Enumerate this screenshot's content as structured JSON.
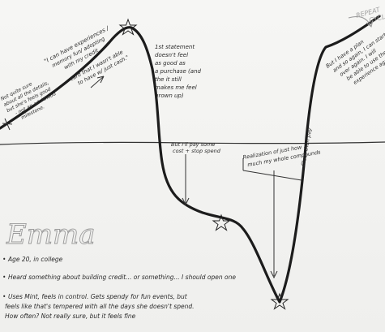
{
  "annotations": {
    "left_note": [
      "Not quite sure",
      "about all the details,",
      "but she's feels good",
      "- not an adulthood",
      "milestone."
    ],
    "credit_note": [
      "\"I can have experiences /",
      "memory fun/ adopting",
      "with my credit",
      "card that I wasn't able",
      "to have w/ just cash.\""
    ],
    "statement_note": [
      "1st statement",
      "doesn't feel",
      "as good as",
      "a purchase (and",
      "the it still",
      "makes me feel",
      "grown up)"
    ],
    "pay_note": [
      "But I'll pay some",
      "cost + stop spend"
    ],
    "realization_note": [
      "Realization of just how",
      "much my whole compounds"
    ],
    "cap_note": "Clear then pay",
    "resume_note": [
      "But I have a plan",
      "and so again, I can start",
      "over again. I will",
      "be able to use the",
      "experience again"
    ],
    "repeat_label": [
      "REPEAT",
      "CYCLE"
    ],
    "persona_name": "Emma",
    "bullets": [
      "Age 20, in college",
      "Heard something about building credit... or something... I should open one",
      "Uses Mint, feels in control. Gets spendy for fun events, but",
      "feels like that's tempered with all the days she doesn't spend.",
      "How often? Not really sure, but it feels fine"
    ]
  }
}
